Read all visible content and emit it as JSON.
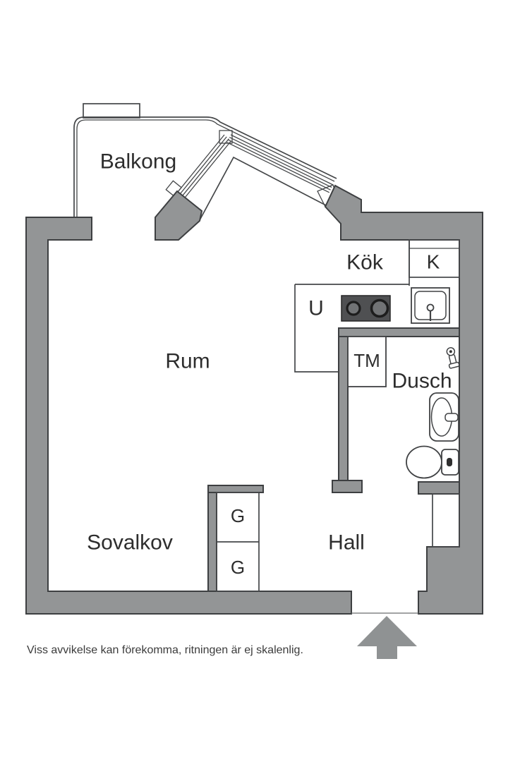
{
  "plan": {
    "title_hint": "apartment floor plan",
    "labels": {
      "balcony": "Balkong",
      "kitchen": "Kök",
      "closet_k": "K",
      "oven_u": "U",
      "room": "Rum",
      "washer_tm": "TM",
      "shower_room": "Dusch",
      "sleeping_alcove": "Sovalkov",
      "wardrobe_g1": "G",
      "wardrobe_g2": "G",
      "hall": "Hall"
    },
    "disclaimer": "Viss avvikelse kan förekomma, ritningen är ej skalenlig.",
    "colors": {
      "wall": "#939596",
      "arrow": "#8f9293",
      "stove": "#4f5052",
      "burner": "#717375",
      "burner_ring": "#1d1d1d",
      "button_dark": "#2f2f2f",
      "background": "#ffffff"
    },
    "icons": [
      "sink-icon",
      "stove-icon",
      "shower-icon",
      "washbasin-icon",
      "toilet-icon",
      "entrance-arrow-icon"
    ]
  }
}
